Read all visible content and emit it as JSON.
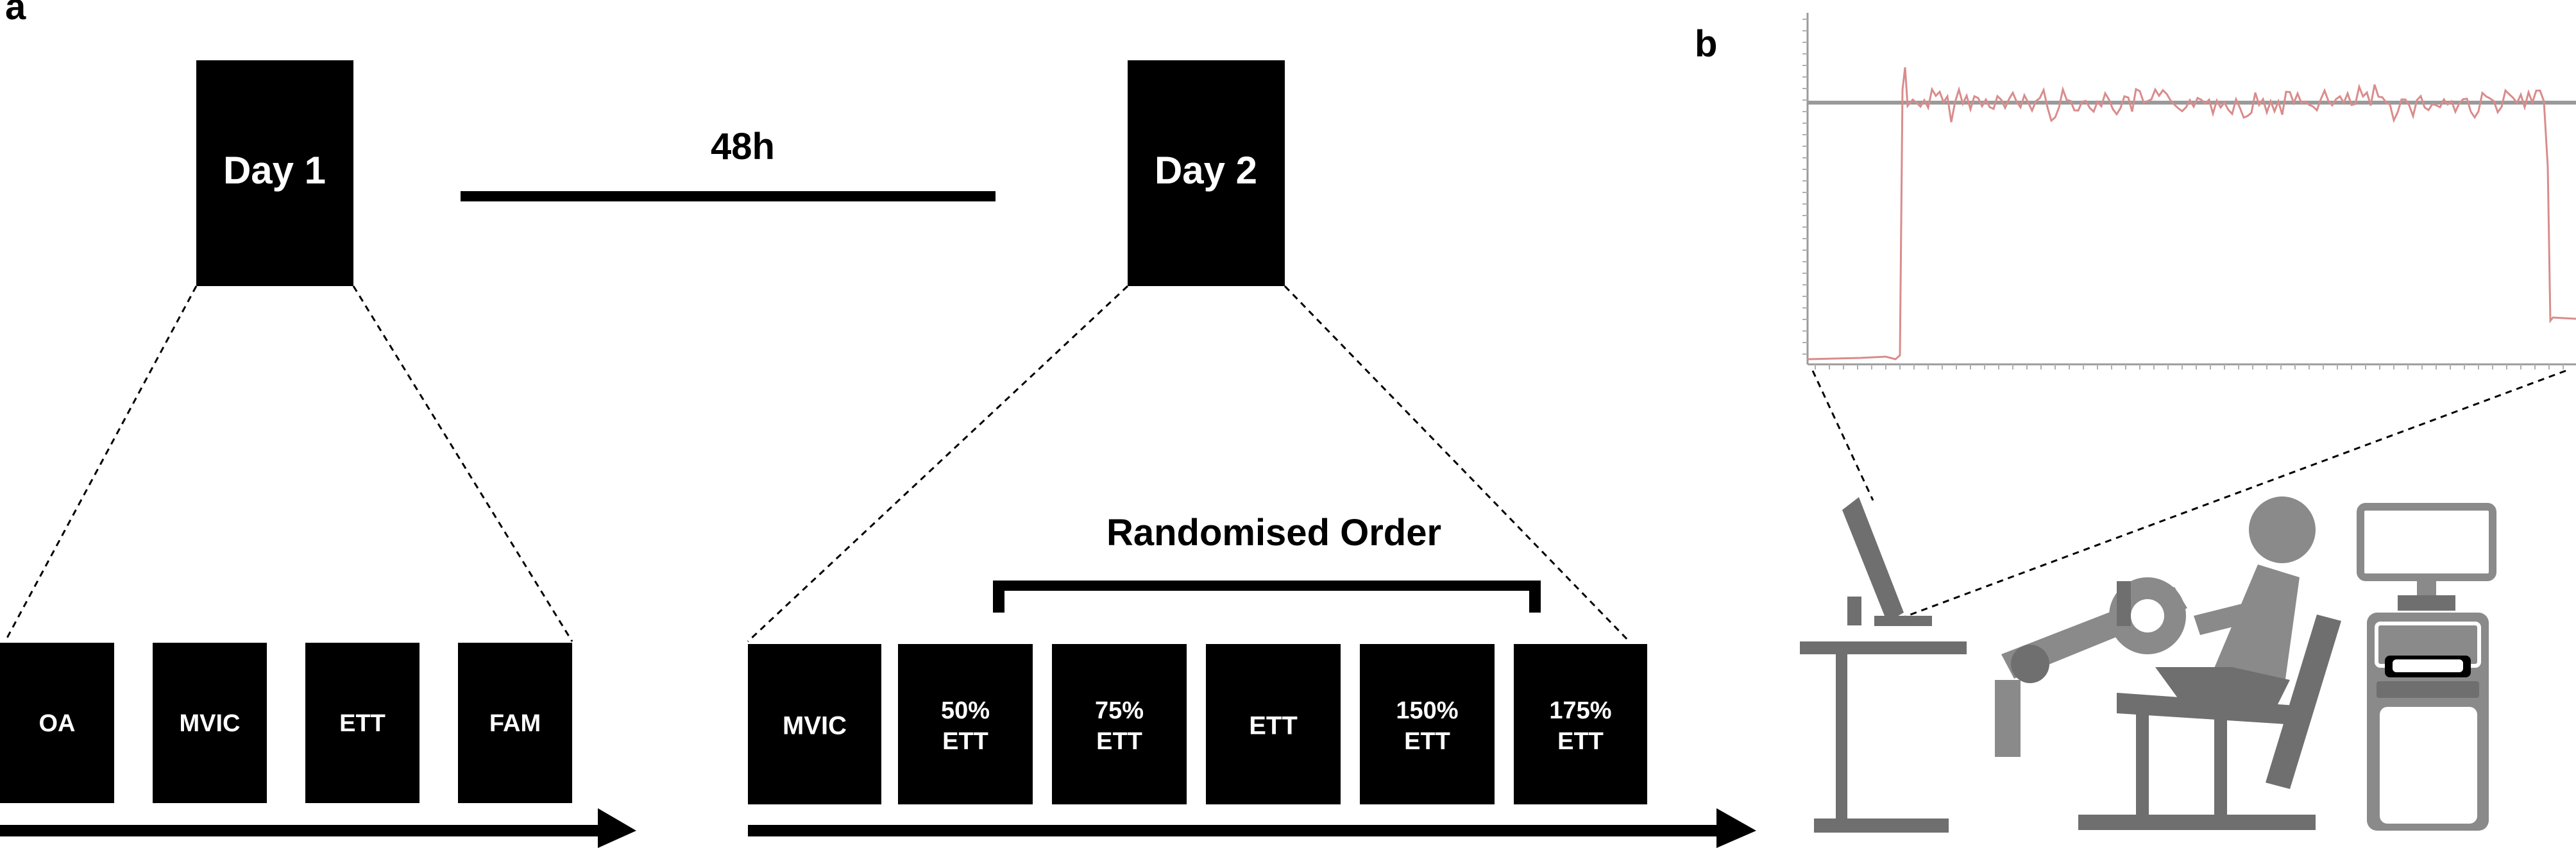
{
  "panel_a": {
    "label": "a",
    "day1": {
      "title": "Day 1",
      "boxes": [
        "OA",
        "MVIC",
        "ETT",
        "FAM"
      ]
    },
    "gap_label": "48h",
    "day2": {
      "title": "Day 2",
      "boxes": [
        [
          "MVIC"
        ],
        [
          "50%",
          "ETT"
        ],
        [
          "75%",
          "ETT"
        ],
        [
          "ETT"
        ],
        [
          "150%",
          "ETT"
        ],
        [
          "175%",
          "ETT"
        ]
      ],
      "bracket_label": "Randomised Order"
    }
  },
  "panel_b": {
    "label": "b",
    "figure": [
      "computer",
      "subject-in-dynamometer-chair",
      "dynamometer-console"
    ],
    "trace_color": "#d98c8c",
    "target_line_color": "#9a9a9a"
  }
}
